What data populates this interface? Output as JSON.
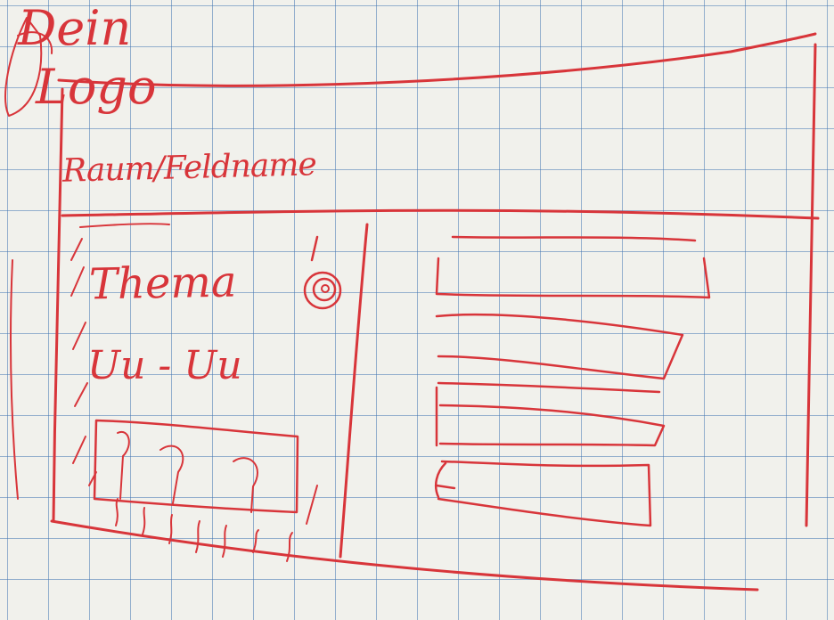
{
  "header": {
    "room_name": "Raum/Feldname",
    "logo_text_line1": "Dein",
    "logo_text_line2": "Logo"
  },
  "session": {
    "topic": "Thema",
    "time_range": "Uu - Uu",
    "status_icon": "target-icon",
    "placeholder_grid_icon": "question-mark-icon"
  },
  "agenda": {
    "item_icon": "empty-row"
  },
  "colors": {
    "ink": "#d8353a",
    "paper": "#f1f1ec",
    "grid": "#4678b4"
  }
}
